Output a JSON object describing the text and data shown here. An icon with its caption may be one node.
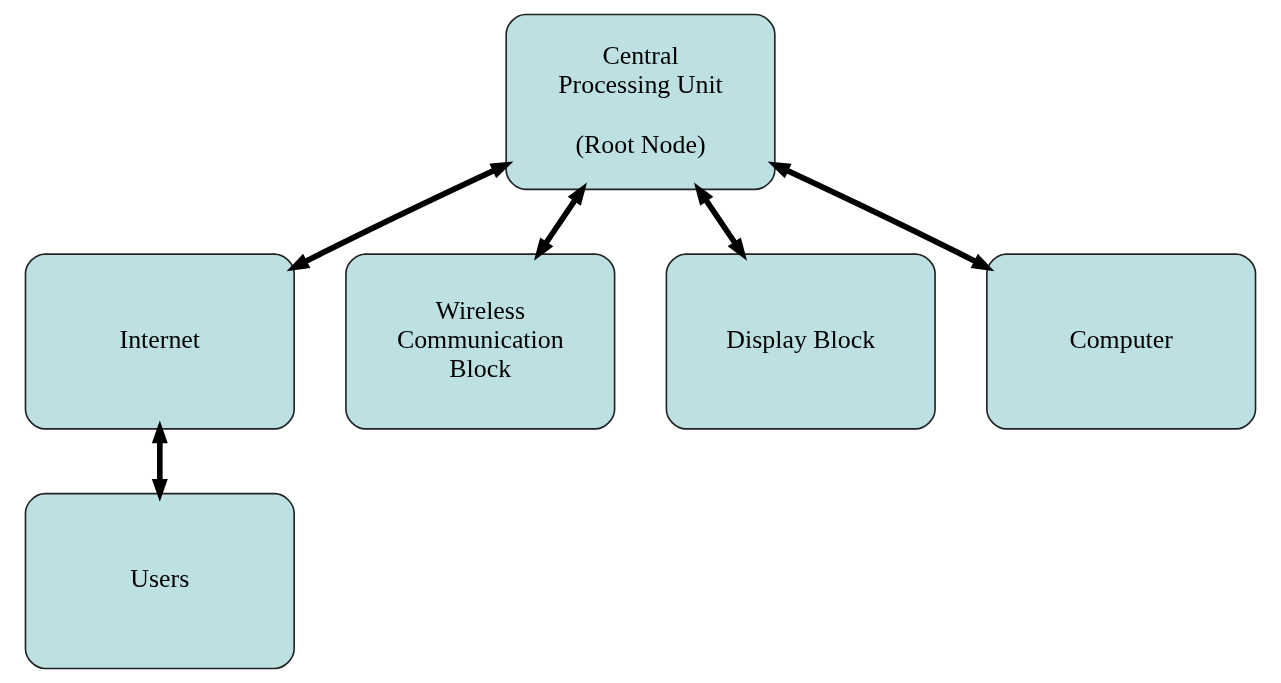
{
  "diagram": {
    "nodes": [
      {
        "text": [
          "Central Processing Unit",
          "(Root Node)"
        ]
      },
      {
        "text": [
          "Internet"
        ]
      },
      {
        "text": [
          "Wireless Communication Block"
        ]
      },
      {
        "text": [
          "Display Block"
        ]
      },
      {
        "text": [
          "Computer"
        ]
      },
      {
        "text": [
          "Users"
        ]
      }
    ],
    "edges": [
      {
        "from": 0,
        "to": 1,
        "arrow": "both"
      },
      {
        "from": 0,
        "to": 2,
        "arrow": "both"
      },
      {
        "from": 0,
        "to": 3,
        "arrow": "both"
      },
      {
        "from": 0,
        "to": 4,
        "arrow": "both"
      },
      {
        "from": 1,
        "to": 5,
        "arrow": "both"
      }
    ]
  }
}
